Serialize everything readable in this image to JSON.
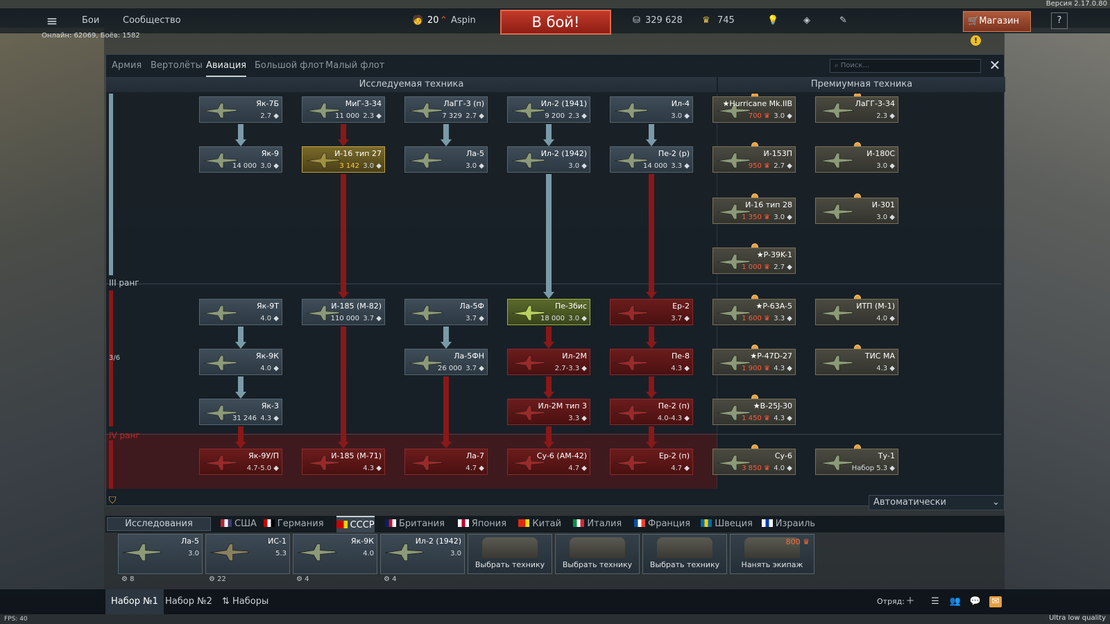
{
  "version": "Версия 2.17.0.80",
  "topbar": {
    "menu": [
      "Бои",
      "Сообщество"
    ],
    "player_level": "20",
    "player_name": "Aspin",
    "battle_button": "В бой!",
    "silver": "329 628",
    "gold": "745",
    "shop": "Магазин",
    "online": "Онлайн: 62069, Боёв: 1582"
  },
  "tabs": [
    "Армия",
    "Вертолёты",
    "Авиация",
    "Большой флот",
    "Малый флот"
  ],
  "active_tab": "Авиация",
  "search_placeholder": "Поиск...",
  "section_research": "Исследуемая техника",
  "section_premium": "Премиумная техника",
  "rank3": "III ранг",
  "rank4": "IV ранг",
  "rank_progress": "3/6",
  "research_cards": [
    {
      "name": "Як-7Б",
      "br": "2.7",
      "cost": "",
      "style": ""
    },
    {
      "name": "МиГ-3-34",
      "br": "2.3",
      "cost": "11 000",
      "style": ""
    },
    {
      "name": "ЛаГГ-3 (п)",
      "br": "2.7",
      "cost": "7 329",
      "style": ""
    },
    {
      "name": "Ил-2 (1941)",
      "br": "2.3",
      "cost": "9 200",
      "style": ""
    },
    {
      "name": "Ил-4",
      "br": "3.0",
      "cost": "",
      "style": ""
    },
    {
      "name": "Як-9",
      "br": "3.0",
      "cost": "14 000",
      "style": ""
    },
    {
      "name": "И-16 тип 27",
      "br": "3.0",
      "cost": "3 142",
      "style": "gold"
    },
    {
      "name": "Ла-5",
      "br": "3.0",
      "cost": "",
      "style": ""
    },
    {
      "name": "Ил-2 (1942)",
      "br": "3.0",
      "cost": "",
      "style": ""
    },
    {
      "name": "Пе-2 (р)",
      "br": "3.3",
      "cost": "14 000",
      "style": ""
    },
    {
      "name": "Як-9Т",
      "br": "4.0",
      "cost": "",
      "style": ""
    },
    {
      "name": "И-185 (М-82)",
      "br": "3.7",
      "cost": "110 000",
      "style": ""
    },
    {
      "name": "Ла-5Ф",
      "br": "3.7",
      "cost": "",
      "style": ""
    },
    {
      "name": "Пе-3бис",
      "br": "3.0",
      "cost": "18 000",
      "style": "green"
    },
    {
      "name": "Ер-2",
      "br": "3.7",
      "cost": "",
      "style": "red"
    },
    {
      "name": "Як-9К",
      "br": "4.0",
      "cost": "",
      "style": ""
    },
    {
      "name": "Ла-5ФН",
      "br": "3.7",
      "cost": "26 000",
      "style": ""
    },
    {
      "name": "Ил-2М",
      "br": "2.7-3.3",
      "cost": "",
      "style": "red"
    },
    {
      "name": "Пе-8",
      "br": "4.3",
      "cost": "",
      "style": "red"
    },
    {
      "name": "Як-3",
      "br": "4.3",
      "cost": "31 246",
      "style": ""
    },
    {
      "name": "Ил-2М тип 3",
      "br": "3.3",
      "cost": "",
      "style": "red"
    },
    {
      "name": "Пе-2 (п)",
      "br": "4.0-4.3",
      "cost": "",
      "style": "red"
    },
    {
      "name": "Як-9У/П",
      "br": "4.7-5.0",
      "cost": "",
      "style": "red"
    },
    {
      "name": "И-185 (М-71)",
      "br": "4.3",
      "cost": "",
      "style": "red"
    },
    {
      "name": "Ла-7",
      "br": "4.7",
      "cost": "",
      "style": "red"
    },
    {
      "name": "Су-6 (АМ-42)",
      "br": "4.7",
      "cost": "",
      "style": "red"
    },
    {
      "name": "Ер-2 (п)",
      "br": "4.7",
      "cost": "",
      "style": "red"
    }
  ],
  "premium_cards": [
    {
      "name": "★Hurricane Mk.IIB",
      "br": "3.0",
      "cost": "700"
    },
    {
      "name": "ЛаГГ-3-34",
      "br": "2.3",
      "cost": ""
    },
    {
      "name": "И-153П",
      "br": "2.7",
      "cost": "950"
    },
    {
      "name": "И-180С",
      "br": "3.0",
      "cost": ""
    },
    {
      "name": "И-16 тип 28",
      "br": "3.0",
      "cost": "1 350"
    },
    {
      "name": "И-301",
      "br": "3.0",
      "cost": ""
    },
    {
      "name": "★P-39K-1",
      "br": "2.7",
      "cost": "1 000"
    },
    {
      "name": "★P-63A-5",
      "br": "3.3",
      "cost": "1 600"
    },
    {
      "name": "ИТП (М-1)",
      "br": "4.0",
      "cost": ""
    },
    {
      "name": "★P-47D-27",
      "br": "4.3",
      "cost": "1 900"
    },
    {
      "name": "ТИС МА",
      "br": "4.3",
      "cost": ""
    },
    {
      "name": "★B-25J-30",
      "br": "4.3",
      "cost": "1 450"
    },
    {
      "name": "Су-6",
      "br": "4.0",
      "cost": "3 850"
    },
    {
      "name": "Ту-1",
      "br": "Набор 5.3",
      "cost": ""
    }
  ],
  "auto_select": "Автоматически",
  "research_label": "Исследования",
  "nations": [
    "США",
    "Германия",
    "СССР",
    "Британия",
    "Япония",
    "Китай",
    "Италия",
    "Франция",
    "Швеция",
    "Израиль"
  ],
  "active_nation": "СССР",
  "slots": [
    {
      "name": "Ла-5",
      "br": "3.0",
      "crew": "8"
    },
    {
      "name": "ИС-1",
      "br": "5.3",
      "crew": "22"
    },
    {
      "name": "Як-9К",
      "br": "4.0",
      "crew": "4"
    },
    {
      "name": "Ил-2 (1942)",
      "br": "3.0",
      "crew": "4"
    }
  ],
  "empty_slot_label": "Выбрать технику",
  "hire_label": "Нанять экипаж",
  "hire_cost": "800",
  "presets": [
    "Набор №1",
    "Набор №2",
    "Наборы"
  ],
  "squad_label": "Отряд:",
  "fps": "FPS: 40",
  "quality": "Ultra low quality",
  "colors": {
    "battle": "#c23a2a",
    "accent": "#c9d1d6",
    "locked": "#8a1818"
  }
}
